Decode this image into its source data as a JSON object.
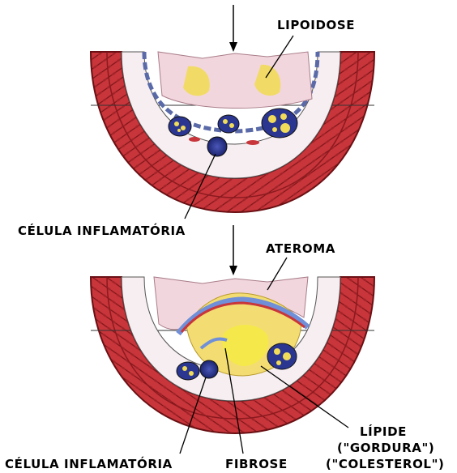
{
  "labels": {
    "lipoidose": "LIPOIDOSE",
    "celula_inflamatoria_top": "CÉLULA INFLAMATÓRIA",
    "ateroma": "ATEROMA",
    "lipide_line1": "LÍPIDE",
    "lipide_line2": "(\"GORDURA\")",
    "lipide_line3": "(\"COLESTEROL\")",
    "celula_inflamatoria_bottom": "CÉLULA INFLAMATÓRIA",
    "fibrose": "FIBROSE"
  },
  "colors": {
    "muscle_wall": "#c8353a",
    "muscle_dark": "#7a1418",
    "intima": "#e9b8c4",
    "lumen_tissue": "#f2d6de",
    "lipid_yellow": "#f1dc59",
    "inflammatory_cell": "#2b3690",
    "fibrosis_blue": "#6f8fd8"
  }
}
